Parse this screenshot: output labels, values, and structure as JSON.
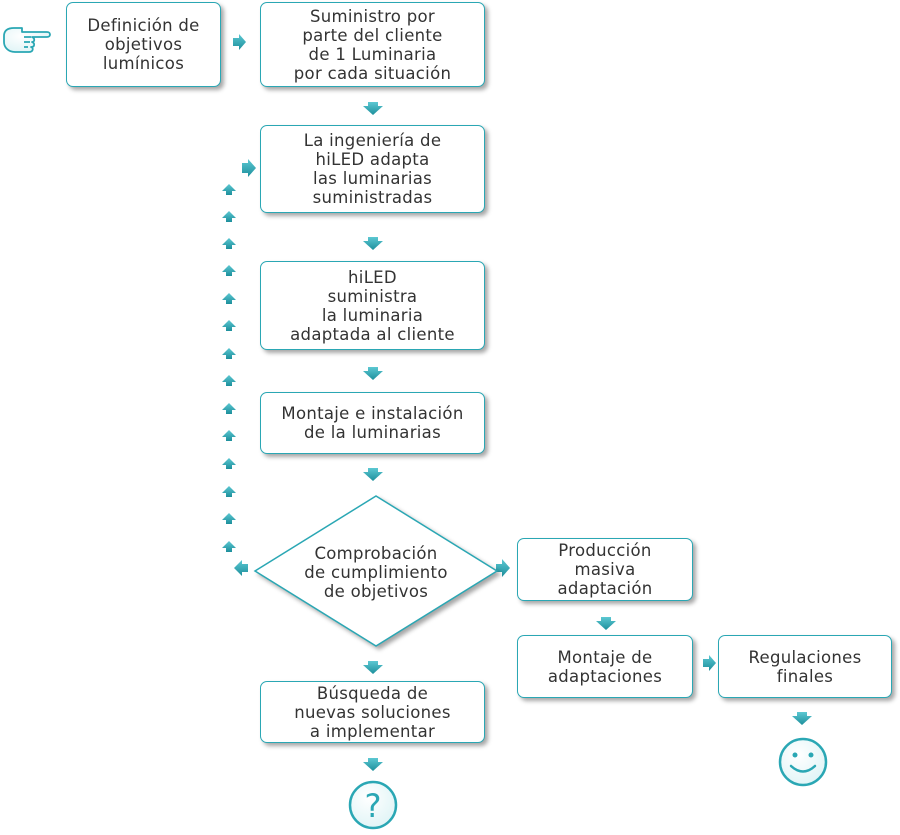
{
  "accent_color": "#2aa7b4",
  "icons": [
    "pointing-hand-icon",
    "question-mark-icon",
    "smiley-face-icon"
  ],
  "steps": {
    "definicion": "Definición de\nobjetivos\nlumínicos",
    "suministro": "Suministro por\nparte del cliente\nde 1 Luminaria\npor cada situación",
    "ingenieria": "La ingeniería de\nhiLED adapta\nlas luminarias\nsuministradas",
    "hiled": "hiLED\nsuministra\nla luminaria\nadaptada al cliente",
    "montaje": "Montaje e instalación\nde la luminarias",
    "comprobacion": "Comprobación\nde cumplimiento\nde objetivos",
    "busqueda": "Búsqueda de\nnuevas soluciones\na implementar",
    "produccion": "Producción\nmasiva\nadaptación",
    "montaje_adapt": "Montaje de\nadaptaciones",
    "regulaciones": "Regulaciones\nfinales"
  }
}
